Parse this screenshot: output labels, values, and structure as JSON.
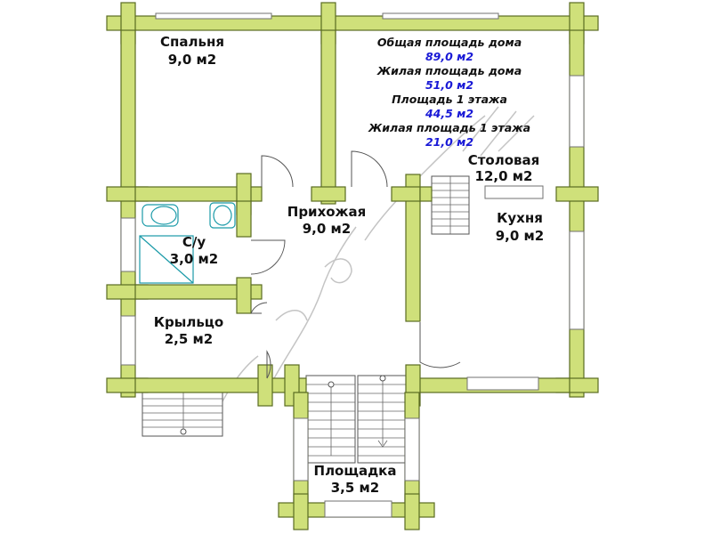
{
  "rooms": {
    "bedroom": {
      "name": "Спальня",
      "area": "9,0 м2"
    },
    "dining": {
      "name": "Столовая",
      "area": "12,0 м2"
    },
    "hall": {
      "name": "Прихожая",
      "area": "9,0 м2"
    },
    "kitchen": {
      "name": "Кухня",
      "area": "9,0 м2"
    },
    "bathroom": {
      "name": "С/у",
      "area": "3,0 м2"
    },
    "porch": {
      "name": "Крыльцо",
      "area": "2,5 м2"
    },
    "landing": {
      "name": "Площадка",
      "area": "3,5 м2"
    }
  },
  "area_summary": [
    {
      "label": "Общая площадь дома",
      "value": "89,0 м2"
    },
    {
      "label": "Жилая площадь дома",
      "value": "51,0 м2"
    },
    {
      "label": "Площадь 1 этажа",
      "value": "44,5 м2"
    },
    {
      "label": "Жилая площадь 1 этажа",
      "value": "21,0 м2"
    }
  ],
  "colors": {
    "wall": "#cfe07a",
    "wall_outline": "#5a6b22",
    "label_text": "#111111",
    "value_text": "#1a1ad6",
    "fixture": "#1a9aa8"
  }
}
